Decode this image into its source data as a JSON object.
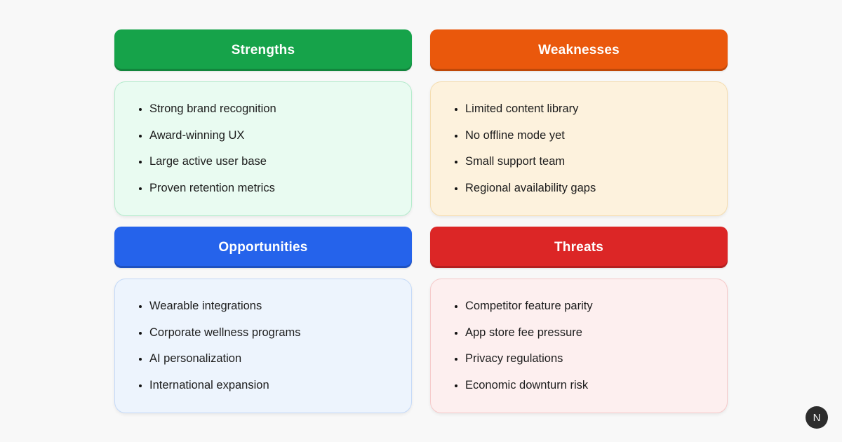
{
  "page": {
    "background_color": "#f8f8f8",
    "text_color": "#1c1c1c"
  },
  "quadrants": [
    {
      "title": "Strengths",
      "header_color": "#16a34a",
      "panel_bg": "#e9fbf1",
      "panel_border": "#b5ebcd",
      "items": [
        "Strong brand recognition",
        "Award-winning UX",
        "Large active user base",
        "Proven retention metrics"
      ]
    },
    {
      "title": "Weaknesses",
      "header_color": "#ea580c",
      "panel_bg": "#fdf2dd",
      "panel_border": "#f5ddb0",
      "items": [
        "Limited content library",
        "No offline mode yet",
        "Small support team",
        "Regional availability gaps"
      ]
    },
    {
      "title": "Opportunities",
      "header_color": "#2563eb",
      "panel_bg": "#edf4fd",
      "panel_border": "#c5daf8",
      "items": [
        "Wearable integrations",
        "Corporate wellness programs",
        "AI personalization",
        "International expansion"
      ]
    },
    {
      "title": "Threats",
      "header_color": "#dc2626",
      "panel_bg": "#fdefef",
      "panel_border": "#f6caca",
      "items": [
        "Competitor feature parity",
        "App store fee pressure",
        "Privacy regulations",
        "Economic downturn risk"
      ]
    }
  ],
  "watermark": {
    "letter": "N",
    "bg_color": "#2d2d2d",
    "fg_color": "#f5f5f5"
  }
}
